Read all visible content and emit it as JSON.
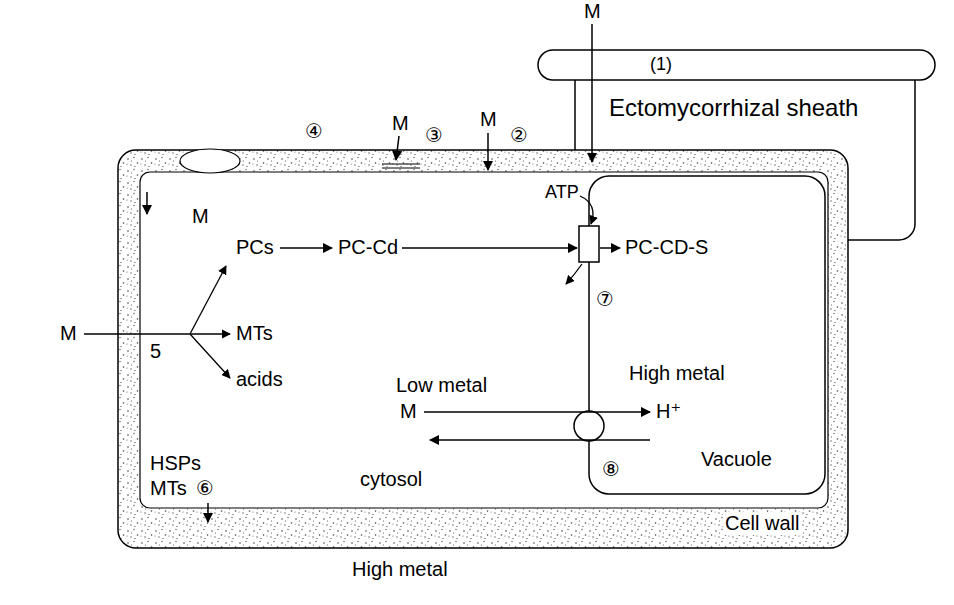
{
  "diagram": {
    "nodes": [
      {
        "text": [
          "(1)"
        ]
      },
      {
        "text": [
          "Ectomycorrhizal sheath"
        ]
      },
      {
        "text": [
          "cytosol",
          "Cell wall"
        ]
      },
      {
        "text": [
          "High metal",
          "Vacuole"
        ],
        "in": 2
      }
    ],
    "labels": [
      "M",
      "④",
      "M",
      "③",
      "M",
      "②",
      "ATP",
      "M",
      "PCs",
      "PC-Cd",
      "PC-CD-S",
      "M",
      "MTs",
      "5",
      "acids",
      "⑦",
      "Low metal",
      "M",
      "H⁺",
      "⑧",
      "HSPs",
      "MTs",
      "⑥",
      "High metal"
    ]
  }
}
